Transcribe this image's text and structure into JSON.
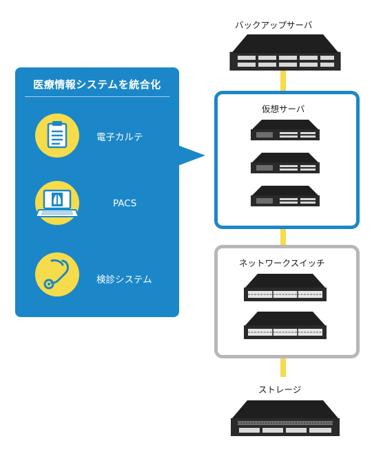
{
  "panel": {
    "title": "医療情報システムを統合化",
    "systems": [
      {
        "label": "電子カルテ",
        "icon": "clipboard-icon"
      },
      {
        "label": "PACS",
        "icon": "laptop-xray-icon"
      },
      {
        "label": "検診システム",
        "icon": "stethoscope-icon"
      }
    ]
  },
  "infrastructure": {
    "backup_label": "バックアップサーバ",
    "virtual_label": "仮想サーバ",
    "switch_label": "ネットワークスイッチ",
    "storage_label": "ストレージ"
  },
  "colors": {
    "panel_blue": "#1b87c9",
    "accent_yellow": "#f6dc4a",
    "switch_gray": "#b7b7b7"
  }
}
